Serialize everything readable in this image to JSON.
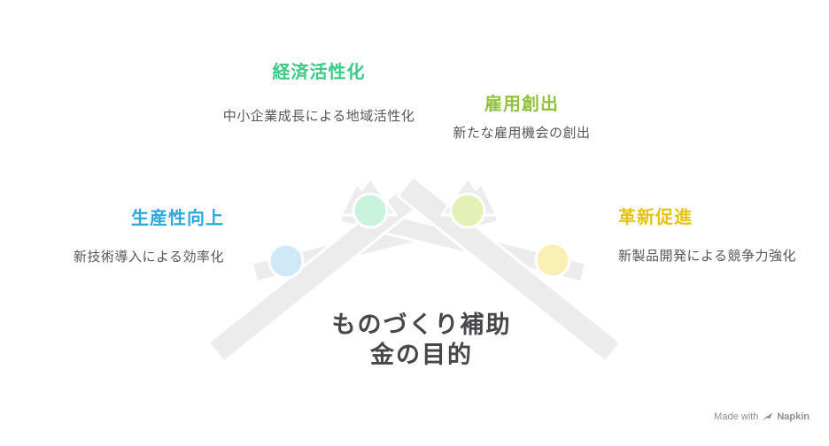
{
  "graphic": {
    "shape_color": "#ececec",
    "outline_color": "#ffffff"
  },
  "center": {
    "line1": "ものづくり補助",
    "line2": "金の目的",
    "color": "#46464d"
  },
  "nodes": [
    {
      "id": "productivity",
      "label": "生産性向上",
      "description": "新技術導入による効率化",
      "color": "#2ba9de",
      "dot_color": "#cfe9f7"
    },
    {
      "id": "economy",
      "label": "経済活性化",
      "description": "中小企業成長による地域活性化",
      "color": "#3dc987",
      "dot_color": "#c9f3dd"
    },
    {
      "id": "employment",
      "label": "雇用創出",
      "description": "新たな雇用機会の創出",
      "color": "#92c13e",
      "dot_color": "#e4f1b6"
    },
    {
      "id": "innovation",
      "label": "革新促進",
      "description": "新製品開発による競争力強化",
      "color": "#e2c417",
      "dot_color": "#faf0b6"
    }
  ],
  "watermark": {
    "made_with": "Made with",
    "brand": "Napkin",
    "color": "#8e8e8e"
  }
}
